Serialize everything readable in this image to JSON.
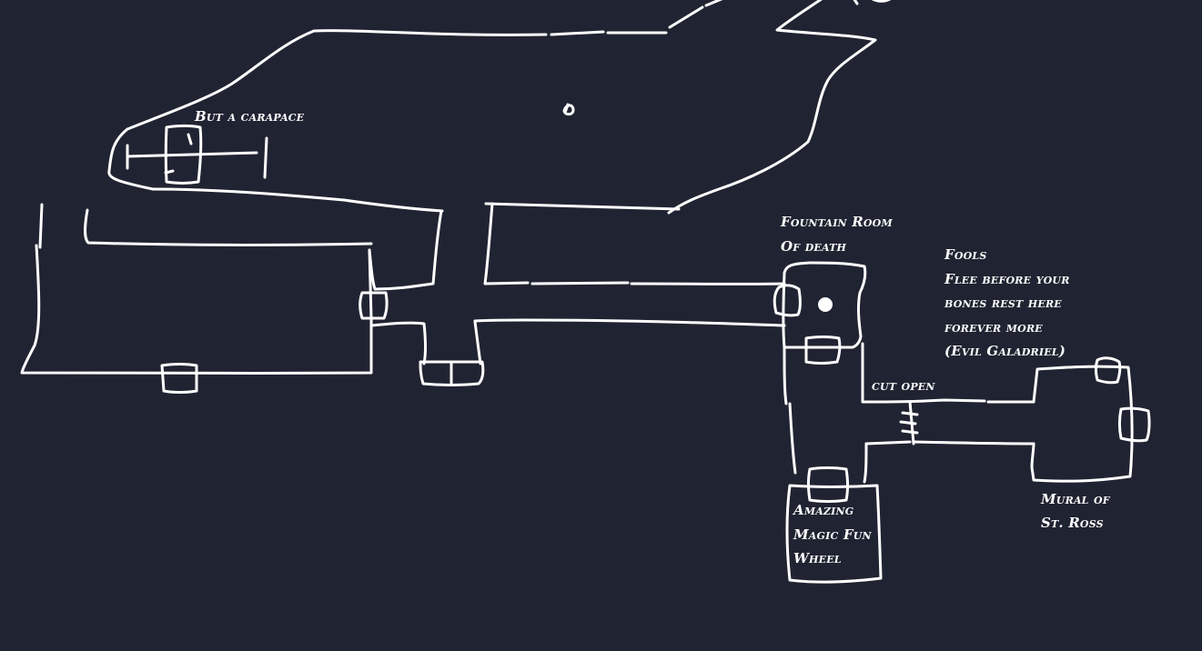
{
  "canvas": {
    "background": "#202432",
    "ink": "#ffffff"
  },
  "labels": {
    "carapace": "But a carapace",
    "fountain_line1": "Fountain Room",
    "fountain_line2": "Of death",
    "warning_line1": "Fools",
    "warning_line2": "Flee before your",
    "warning_line3": "bones rest here",
    "warning_line4": "forever more",
    "warning_line5": "(Evil Galadriel)",
    "cut_open": "cut open",
    "wheel_line1": "Amazing",
    "wheel_line2": "Magic Fun",
    "wheel_line3": "Wheel",
    "mural_line1": "Mural of",
    "mural_line2": "St. Ross"
  }
}
